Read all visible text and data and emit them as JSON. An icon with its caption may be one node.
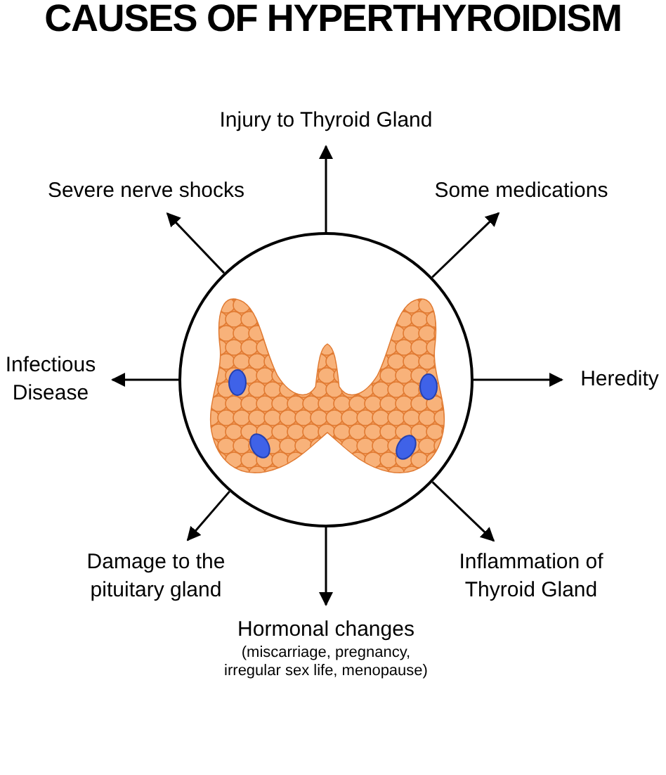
{
  "diagram": {
    "title": "CAUSES OF HYPERTHYROIDISM",
    "nodes": [
      {
        "text": [],
        "shape": "circle"
      },
      {
        "text": [
          "Injury to Thyroid Gland"
        ]
      },
      {
        "text": [
          "Severe nerve shocks"
        ]
      },
      {
        "text": [
          "Some medications"
        ]
      },
      {
        "text": [
          "Infectious Disease"
        ]
      },
      {
        "text": [
          "Heredity"
        ]
      },
      {
        "text": [
          "Damage to the pituitary gland"
        ]
      },
      {
        "text": [
          "Inflammation of Thyroid Gland"
        ]
      },
      {
        "text": [
          "Hormonal changes",
          "(miscarriage, pregnancy, irregular sex life, menopause)"
        ]
      }
    ],
    "edges": [
      {
        "from": 0,
        "to": 1,
        "arrow": "to"
      },
      {
        "from": 0,
        "to": 2,
        "arrow": "to"
      },
      {
        "from": 0,
        "to": 3,
        "arrow": "to"
      },
      {
        "from": 0,
        "to": 4,
        "arrow": "to"
      },
      {
        "from": 0,
        "to": 5,
        "arrow": "to"
      },
      {
        "from": 0,
        "to": 6,
        "arrow": "to"
      },
      {
        "from": 0,
        "to": 7,
        "arrow": "to"
      },
      {
        "from": 0,
        "to": 8,
        "arrow": "to"
      }
    ]
  }
}
